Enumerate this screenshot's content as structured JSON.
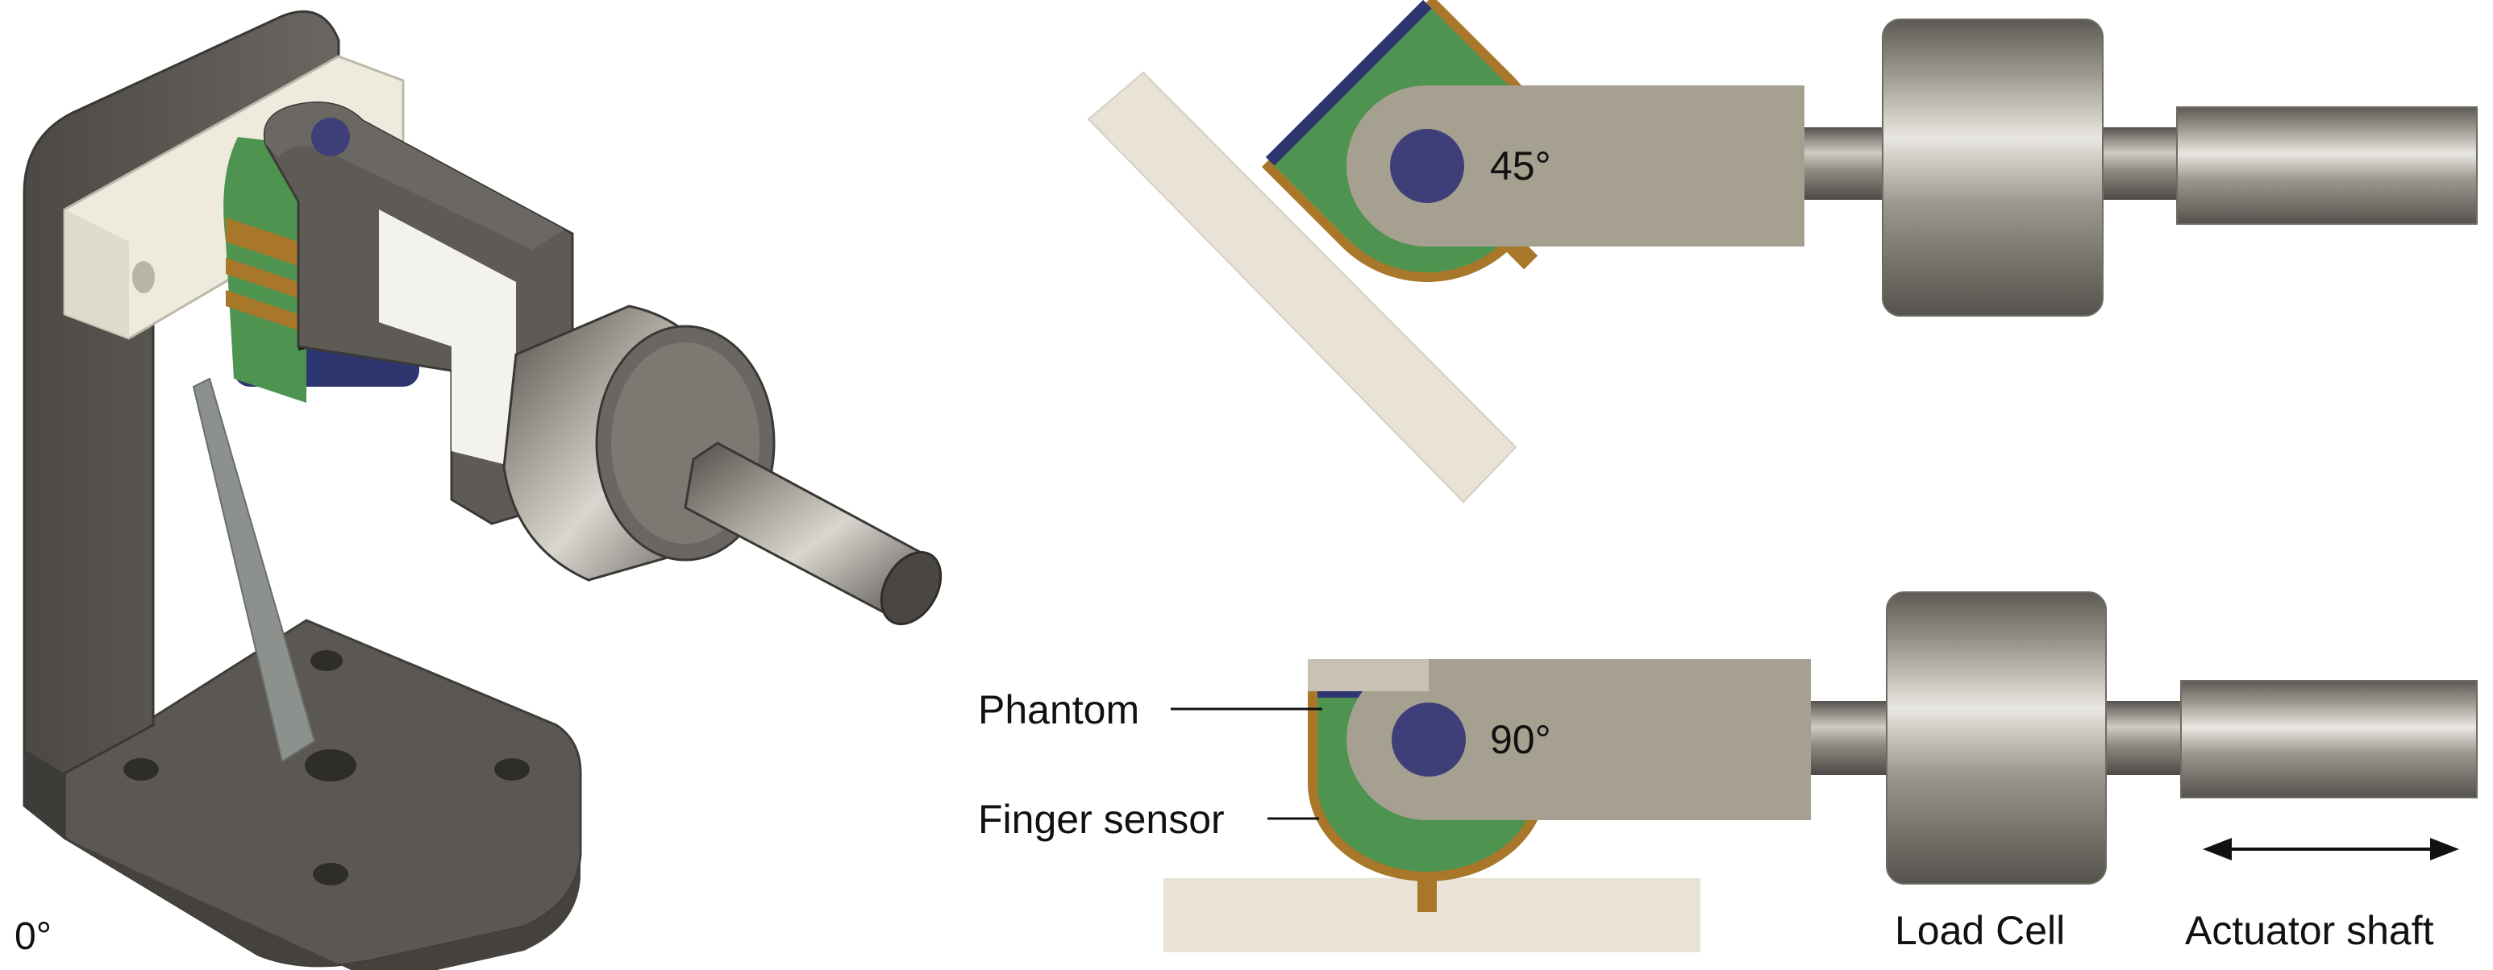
{
  "panels": {
    "isometric": {
      "angle_label": "0°"
    },
    "top_view": {
      "angle_label": "45°"
    },
    "bottom_view": {
      "angle_label": "90°"
    }
  },
  "callouts": {
    "phantom": "Phantom",
    "finger_sensor": "Finger sensor",
    "load_cell": "Load Cell",
    "actuator_shaft": "Actuator shaft"
  },
  "colors": {
    "frame_gray": "#5e5b57",
    "arm_taupe": "#a5a090",
    "phantom_cream": "#e8e3d6",
    "sensor_green": "#4f9350",
    "sensor_border": "#a8772a",
    "pivot_blue": "#3e3f78",
    "metal": "#8a877f"
  }
}
